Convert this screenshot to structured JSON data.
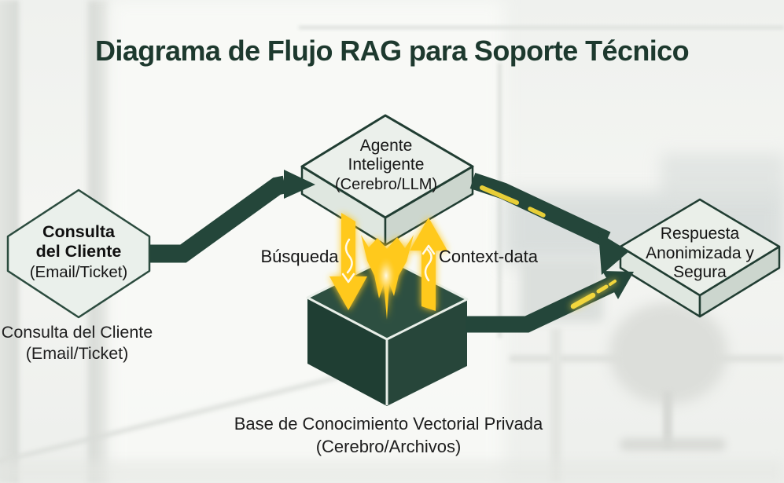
{
  "title": "Diagrama de Flujo RAG para Soporte Técnico",
  "nodes": {
    "consulta": {
      "label": "Consulta del Cliente",
      "sublabel": "(Email/Ticket)",
      "caption_line1": "Consulta del Cliente",
      "caption_line2": "(Email/Ticket)"
    },
    "agente": {
      "label": "Agente Inteligente",
      "sublabel": "(Cerebro/LLM)"
    },
    "base_conocimiento": {
      "caption_line1": "Base de Conocimiento Vectorial Privada",
      "caption_line2": "(Cerebro/Archivos)"
    },
    "respuesta": {
      "label": "Respuesta Anonimizada y Segura"
    }
  },
  "edge_labels": {
    "busqueda": "Búsqueda",
    "context_data": "Context-data"
  },
  "colors": {
    "flow_green": "#24463a",
    "flow_yellow": "#ffc91e",
    "title_green": "#1d392e",
    "node_fill": "#eaf0eb",
    "cube_green": "#2d4f41"
  }
}
